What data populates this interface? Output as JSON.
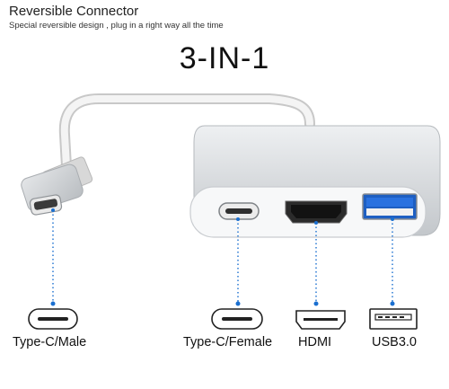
{
  "header": {
    "title": "Reversible Connector",
    "subtitle": "Special reversible design , plug in a right way all the time"
  },
  "headline": "3-IN-1",
  "ports": [
    {
      "icon": "usb-c-port-icon",
      "label": "Type-C/Male"
    },
    {
      "icon": "usb-c-port-icon",
      "label": "Type-C/Female"
    },
    {
      "icon": "hdmi-port-icon",
      "label": "HDMI"
    },
    {
      "icon": "usb-a-port-icon",
      "label": "USB3.0"
    }
  ],
  "colors": {
    "accent": "#1a6fd0",
    "body": "#d9dcdf",
    "face": "#f6f7f8"
  }
}
